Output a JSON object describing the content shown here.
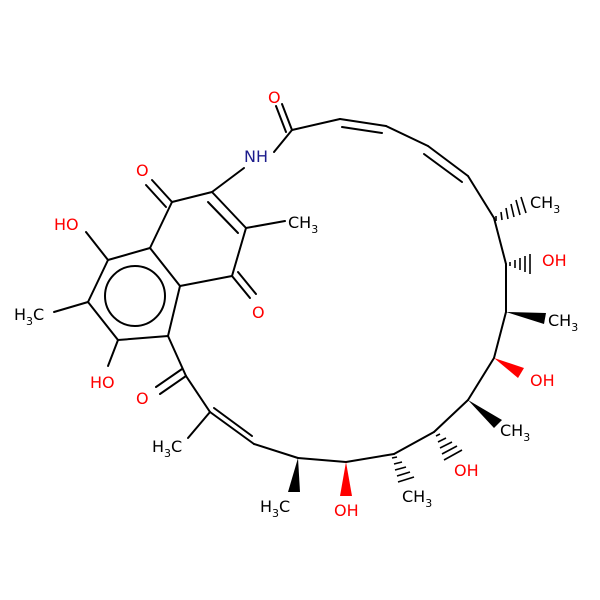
{
  "atom_labels": {
    "nh": "NH",
    "o_amide": "O",
    "o_quinone_top": "O",
    "o_quinone_bottom": "O",
    "o_ketone": "O",
    "oh_top_left": "HO",
    "oh_bottom_left": "HO",
    "oh_r1": "OH",
    "oh_r2": "OH",
    "oh_r3": "OH",
    "oh_bottom": "OH",
    "ch3_top_right": "CH",
    "ch3_quinone": "CH",
    "ch3_r1": "CH",
    "ch3_r2": "CH",
    "ch3_bottom_right": "CH",
    "ch3_left": "H",
    "ch3_bottom_left_chain": "H",
    "ch3_bottom_center": "H",
    "ch3_sub": "3",
    "ch3_sub_pre": "3",
    "ch3_sub_c": "C"
  },
  "colors": {
    "bond": "#000000",
    "oxygen": "#ff0000",
    "nitrogen": "#1c1c8c"
  }
}
